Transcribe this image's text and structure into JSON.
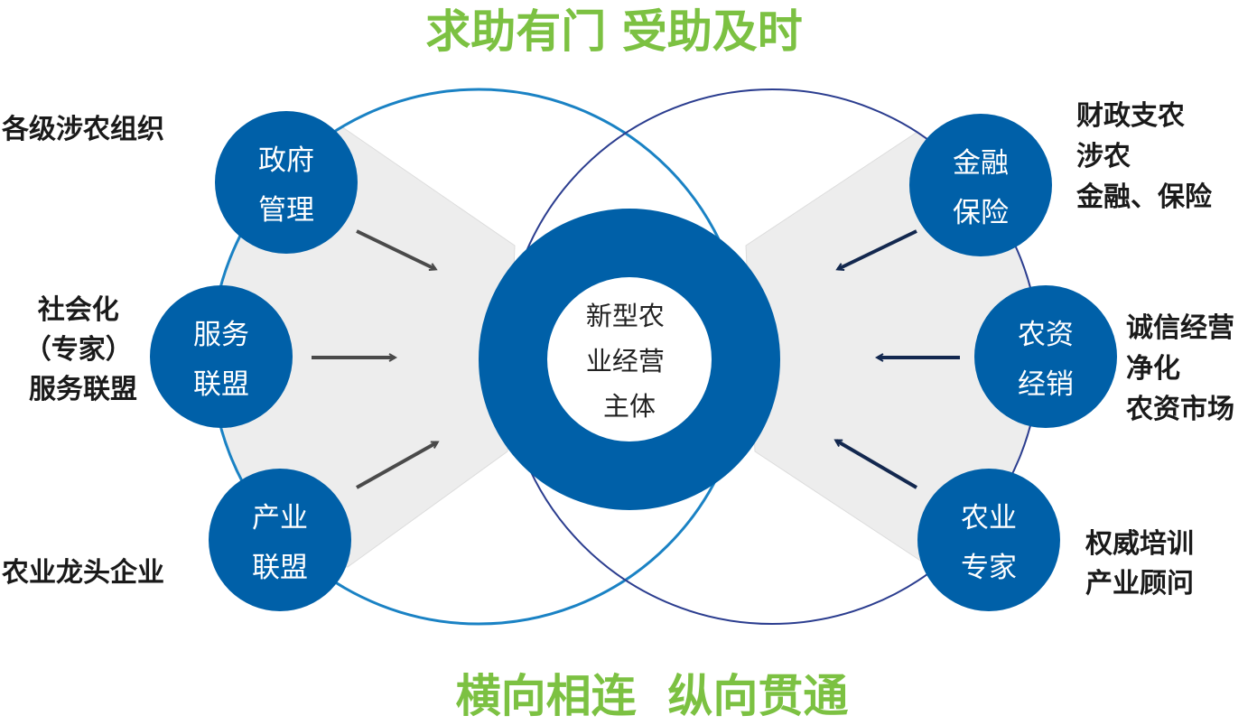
{
  "title_top": "求助有门 受助及时",
  "title_bottom": "横向相连  纵向贯通",
  "center": [
    "新型农",
    "业经营",
    "主体"
  ],
  "left_nodes": [
    {
      "lines": [
        "政府",
        "管理"
      ],
      "label": [
        "各级涉农组织"
      ]
    },
    {
      "lines": [
        "服务",
        "联盟"
      ],
      "label": [
        "社会化",
        "（专家）",
        "服务联盟"
      ]
    },
    {
      "lines": [
        "产业",
        "联盟"
      ],
      "label": [
        "农业龙头企业"
      ]
    }
  ],
  "right_nodes": [
    {
      "lines": [
        "金融",
        "保险"
      ],
      "label": [
        "财政支农",
        "涉农",
        "金融、保险"
      ]
    },
    {
      "lines": [
        "农资",
        "经销"
      ],
      "label": [
        "诚信经营",
        "净化",
        "农资市场"
      ]
    },
    {
      "lines": [
        "农业",
        "专家"
      ],
      "label": [
        "权威培训",
        "产业顾问"
      ]
    }
  ],
  "colors": {
    "title": "#7cc142",
    "node": "#0060a8",
    "left_ring": "#1a82c4",
    "right_ring": "#2b3d8f",
    "fan": "#ededed",
    "left_arrow": "#4a4a4a",
    "right_arrow": "#13284f"
  }
}
